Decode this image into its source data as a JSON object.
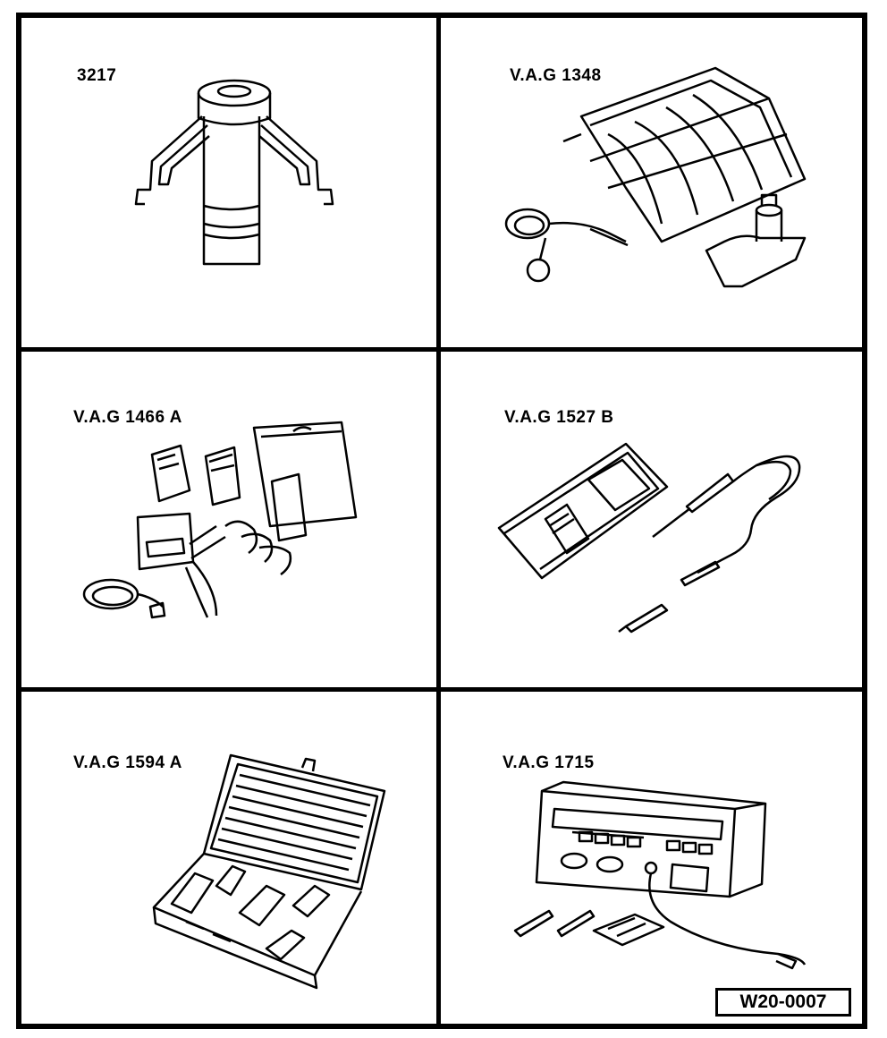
{
  "panels": [
    {
      "label": "3217",
      "icon": "puller-tool-icon"
    },
    {
      "label": "V.A.G 1348",
      "icon": "remote-control-tool-icon"
    },
    {
      "label": "V.A.G 1466 A",
      "icon": "test-box-kit-icon"
    },
    {
      "label": "V.A.G 1527 B",
      "icon": "voltage-tester-icon"
    },
    {
      "label": "V.A.G 1594 A",
      "icon": "adapter-case-icon"
    },
    {
      "label": "V.A.G 1715",
      "icon": "multimeter-icon"
    }
  ],
  "figure_code": "W20-0007"
}
